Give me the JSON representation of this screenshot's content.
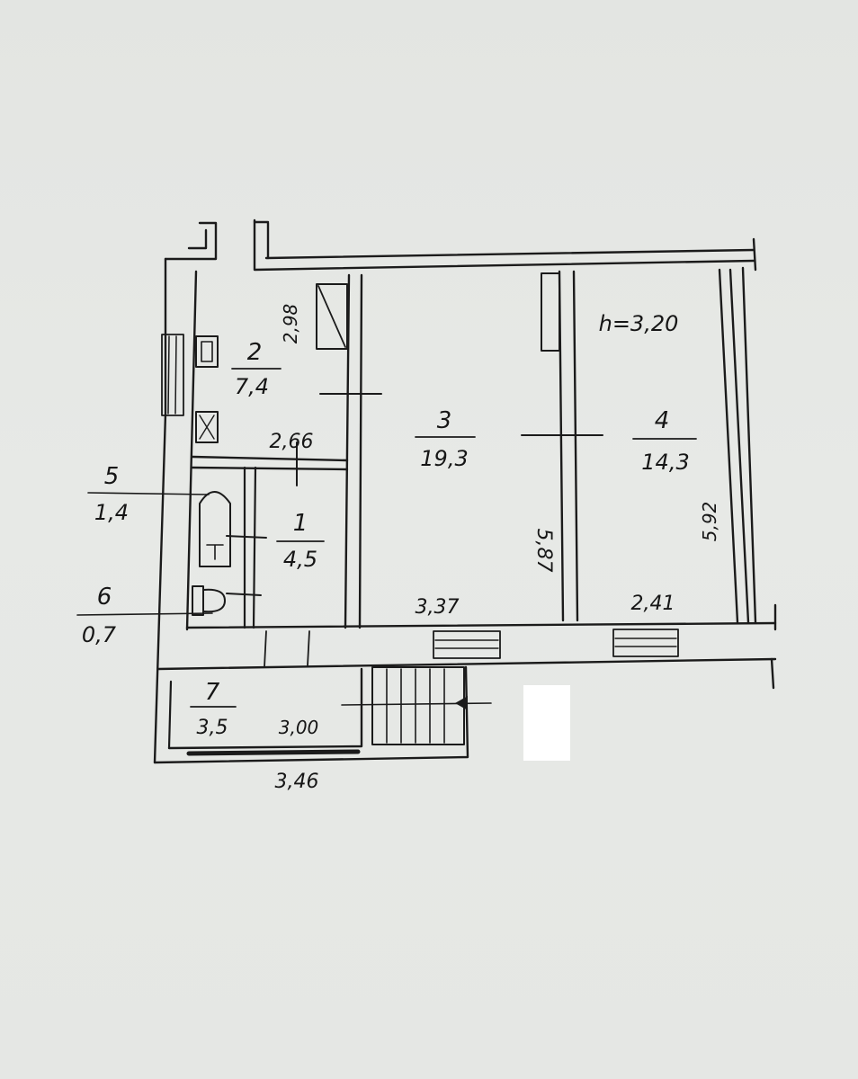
{
  "plan": {
    "rooms": [
      {
        "number": "1",
        "area": "4,5"
      },
      {
        "number": "2",
        "area": "7,4"
      },
      {
        "number": "3",
        "area": "19,3"
      },
      {
        "number": "4",
        "area": "14,3"
      },
      {
        "number": "5",
        "area": "1,4"
      },
      {
        "number": "6",
        "area": "0,7"
      },
      {
        "number": "7",
        "area": "3,5"
      }
    ],
    "ceiling_height": "h=3,20",
    "dimensions": {
      "room2_depth": "2,98",
      "room2_width": "2,66",
      "room3_width": "3,37",
      "room3_depth": "5,87",
      "room4_width": "2,41",
      "room4_depth": "5,92",
      "loggia_inner": "3,00",
      "loggia_outer": "3,46"
    }
  },
  "colors": {
    "ink": "#1b1b1b",
    "paper": "#e4e6e3",
    "redaction": "#ffffff"
  }
}
